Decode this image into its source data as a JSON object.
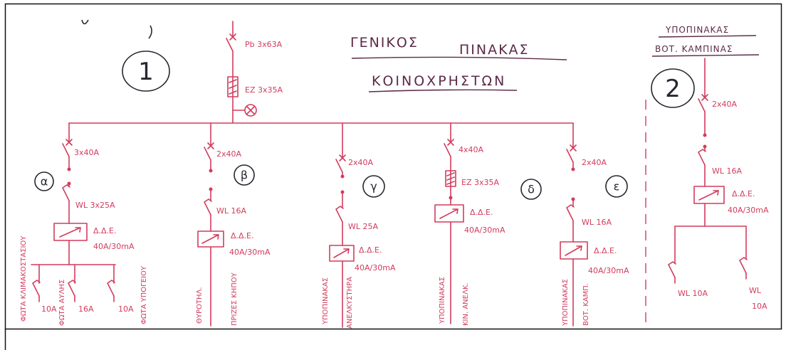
{
  "title": {
    "word1": "ΓΕΝΙΚΟΣ",
    "word2": "ΠΙΝΑΚΑΣ",
    "line2": "ΚΟΙΝΟΧΡΗΣΤΩΝ"
  },
  "subpanel_title": {
    "line1": "ΥΠΟΠΙΝΑΚΑΣ",
    "line2": "ΒΟΤ. ΚΑΜΠΙΝΑΣ"
  },
  "panel_markers": {
    "main": "1",
    "sub": "2"
  },
  "main_feed": {
    "breaker": "Pb 3x63A",
    "fuse": "ΕΖ 3x35A",
    "indicator_lamp": "lamp-icon"
  },
  "branches": [
    {
      "letter": "α",
      "breaker": "3x40A",
      "wl": "WL 3x25A",
      "rcd": "Δ.Δ.Ε.",
      "rcd_rating": "40A/30mA",
      "outputs": [
        {
          "rating": "10A",
          "label": "ΦΩΤΑ ΚΛΙΜΑΚΟΣΤΑΣΙΟΥ"
        },
        {
          "rating": "16A",
          "label": "ΦΩΤΑ ΑΥΛΗΣ"
        },
        {
          "rating": "10A",
          "label": "ΦΩΤΑ ΥΠΟΓΕΙΟΥ"
        }
      ]
    },
    {
      "letter": "β",
      "breaker": "2x40A",
      "wl": "WL 16A",
      "rcd": "Δ.Δ.Ε.",
      "rcd_rating": "40A/30mA",
      "outputs": [
        {
          "label": "ΘΥΡΟΤΗΛ."
        },
        {
          "label": "ΠΡΙΖΕΣ ΚΗΠΟΥ"
        }
      ]
    },
    {
      "letter": "γ",
      "breaker": "2x40A",
      "wl": "WL 25A",
      "rcd": "Δ.Δ.Ε.",
      "rcd_rating": "40A/30mA",
      "outputs": [
        {
          "label": "ΥΠΟΠΙΝΑΚΑΣ"
        },
        {
          "label": "ΑΝΕΛΚΥΣΤΗΡΑ"
        }
      ]
    },
    {
      "letter": "δ",
      "breaker": "4x40A",
      "fuse": "ΕΖ 3x35A",
      "rcd": "Δ.Δ.Ε.",
      "rcd_rating": "40A/30mA",
      "outputs": [
        {
          "label": "ΥΠΟΠΙΝΑΚΑΣ"
        },
        {
          "label": "ΚΙΝ. ΑΝΕΛΚ."
        }
      ]
    },
    {
      "letter": "ε",
      "breaker": "2x40A",
      "wl": "WL 16A",
      "rcd": "Δ.Δ.Ε.",
      "rcd_rating": "40A/30mA",
      "outputs": [
        {
          "label": "ΥΠΟΠΙΝΑΚΑΣ"
        },
        {
          "label": "ΒΟΤ. ΚΑΜΠ."
        }
      ]
    }
  ],
  "subpanel": {
    "breaker": "2x40A",
    "wl": "WL 16A",
    "rcd": "Δ.Δ.Ε.",
    "rcd_rating": "40A/30mA",
    "outputs": [
      {
        "label": "WL 10A"
      },
      {
        "label_line1": "WL",
        "label_line2": "10A"
      }
    ]
  },
  "colors": {
    "ink_red": "#d23c5c",
    "ink_dark": "#2a2530",
    "title_ink": "#5b2a47",
    "frame": "#111111",
    "paper": "#ffffff"
  }
}
